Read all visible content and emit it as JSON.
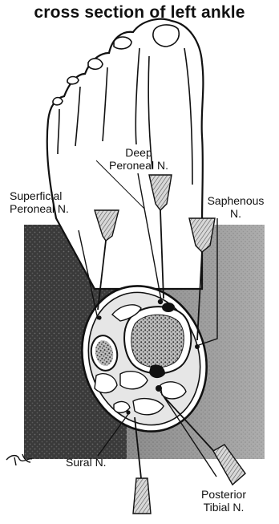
{
  "title": "cross section of left ankle",
  "labels": {
    "deep_peroneal": [
      "Deep",
      "Peroneal N."
    ],
    "superficial_peroneal": [
      "Superficial",
      "Peroneal N."
    ],
    "saphenous": [
      "Saphenous",
      "N."
    ],
    "sural": "Sural N.",
    "posterior_tibial": [
      "Posterior",
      "Tibial N."
    ]
  },
  "colors": {
    "ink": "#111111",
    "background_shade": "#3a3a3a",
    "light_shade": "#9a9a9a",
    "bone_speckle": "#2b2b2b",
    "paper": "#ffffff"
  },
  "icons": [
    "foot-outline",
    "needle",
    "syringe",
    "artist-signature"
  ]
}
